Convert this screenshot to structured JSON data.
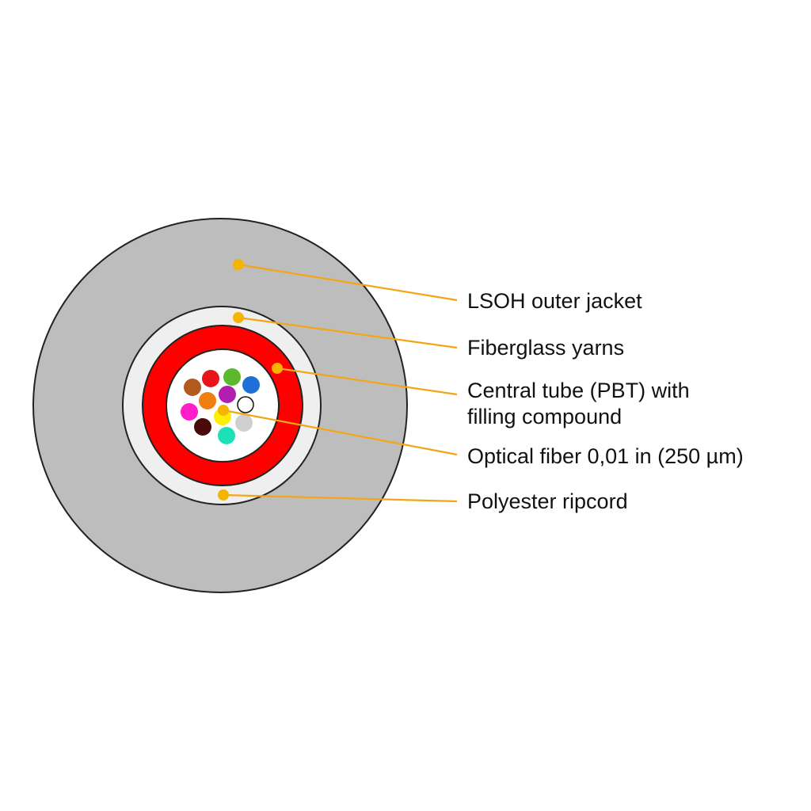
{
  "colors": {
    "background": "#ffffff",
    "outer_jacket": "#bdbdbd",
    "fiberglass_yarns": "#efefef",
    "central_tube": "#ff0000",
    "filling_compound": "#ffffff",
    "outline": "#222222",
    "leader_line": "#f2a516",
    "leader_dot": "#f5b400"
  },
  "layers": [
    {
      "key": "outer-jacket",
      "name": "LSOH outer jacket"
    },
    {
      "key": "fiberglass-yarns",
      "name": "Fiberglass yarns"
    },
    {
      "key": "central-tube",
      "name": "Central tube (PBT) with filling compound"
    },
    {
      "key": "optical-fiber",
      "name": "Optical fiber 0,01 in (250 µm)"
    },
    {
      "key": "polyester-ripcord",
      "name": "Polyester ripcord"
    }
  ],
  "labels": {
    "outer_jacket": "LSOH outer jacket",
    "fiberglass_yarns": "Fiberglass yarns",
    "central_tube_line1": "Central tube (PBT) with",
    "central_tube_line2": "filling compound",
    "optical_fiber": "Optical fiber 0,01 in (250 µm)",
    "polyester_ripcord": "Polyester ripcord"
  },
  "fiber_colors": [
    "#e8141a",
    "#5cb82e",
    "#1e6fd8",
    "#b35a1f",
    "#f07f12",
    "#b11fb0",
    "#ffffff",
    "#ff1ec8",
    "#ffee00",
    "#cfcfcf",
    "#4a0a0a",
    "#1be0b8"
  ]
}
